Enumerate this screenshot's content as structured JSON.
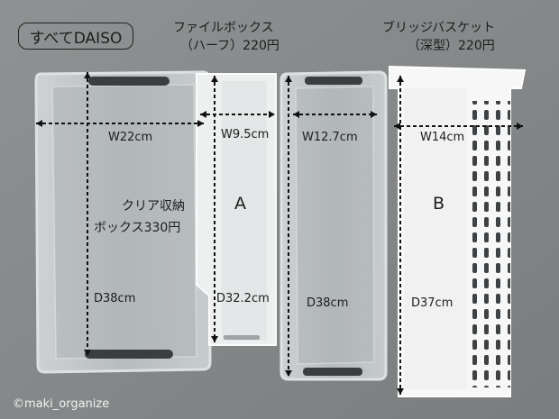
{
  "header": {
    "badge": "すべてDAISO"
  },
  "products": {
    "file_box": {
      "name": "ファイルボックス",
      "variant": "（ハーフ）220円"
    },
    "bridge_basket": {
      "name": "ブリッジバスケット",
      "variant": "（深型）220円"
    },
    "clear_box": {
      "name_line1": "クリア収納",
      "name_line2": "ボックス330円"
    }
  },
  "dimensions": {
    "w1": "W22cm",
    "w2": "W9.5cm",
    "w3": "W12.7cm",
    "w4": "W14cm",
    "d1": "D38cm",
    "d2": "D32.2cm",
    "d3": "D38cm",
    "d4": "D37cm"
  },
  "markers": {
    "a": "A",
    "b": "B"
  },
  "credit": "©maki_organize",
  "colors": {
    "cloth": "#8a8d8e",
    "clear_plastic": "#c9cfd2",
    "white_plastic": "#f4f5f4",
    "guide_lines": "#111111"
  }
}
